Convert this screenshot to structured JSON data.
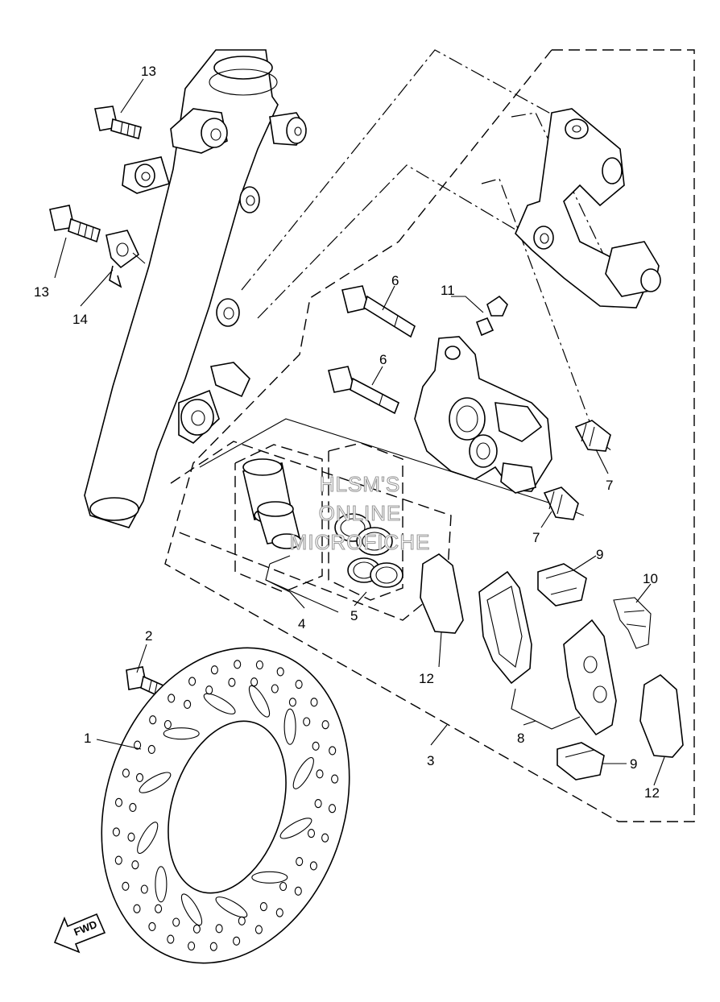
{
  "diagram": {
    "callouts": {
      "c1": "1",
      "c2": "2",
      "c3": "3",
      "c4": "4",
      "c5": "5",
      "c6a": "6",
      "c6b": "6",
      "c7a": "7",
      "c7b": "7",
      "c8": "8",
      "c9a": "9",
      "c9b": "9",
      "c10": "10",
      "c11": "11",
      "c12a": "12",
      "c12b": "12",
      "c13a": "13",
      "c13b": "13",
      "c14": "14"
    },
    "fwd_label": "FWD",
    "watermark": {
      "line1": "HLSM'S",
      "line2": "ONLINE",
      "line3": "MICROFICHE"
    }
  }
}
